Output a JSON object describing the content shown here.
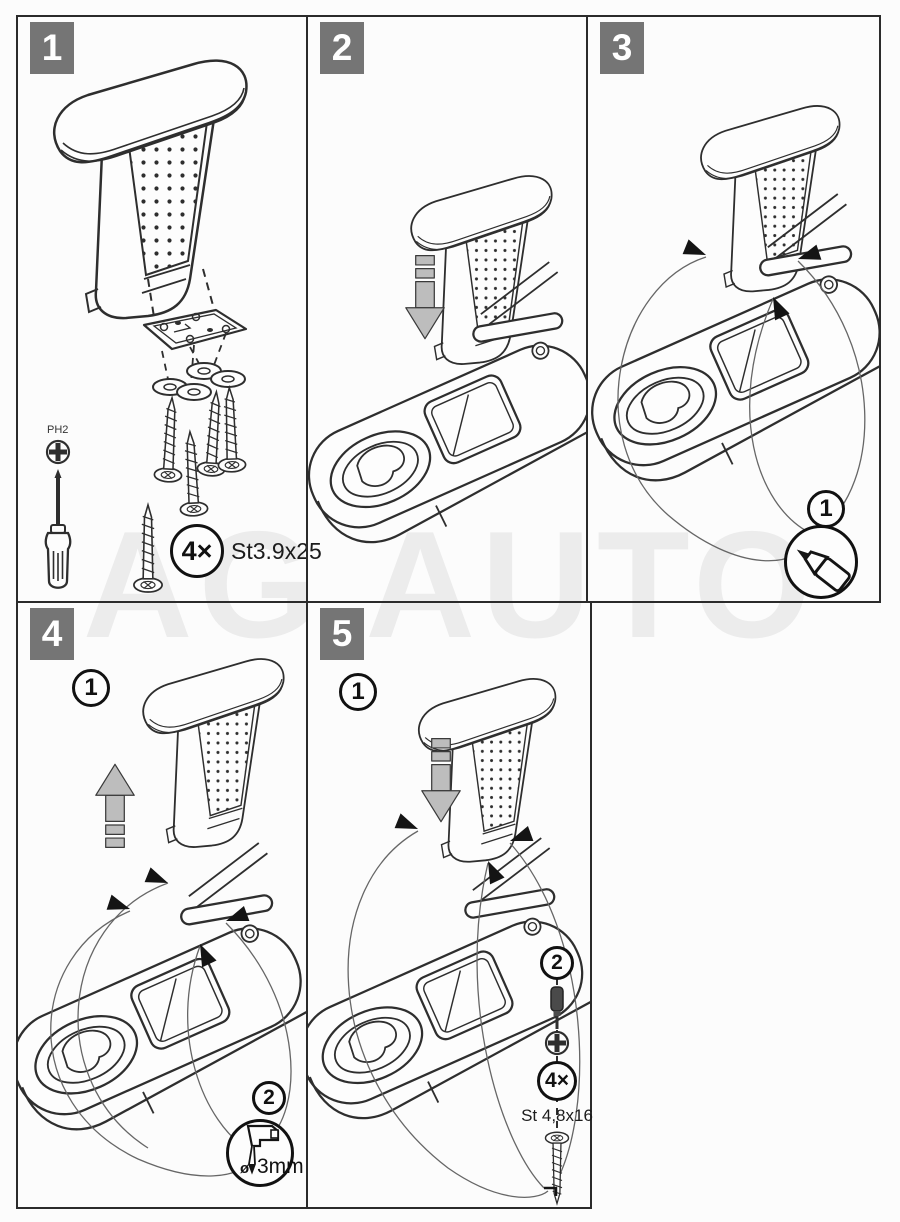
{
  "watermark": "AG AUTO",
  "colors": {
    "badge_bg": "#757575",
    "line": "#2e2e2e",
    "arrow_fill": "#bdbdbd",
    "watermark": "#ececec",
    "leader": "#666666"
  },
  "panels": {
    "p1": {
      "number": "1",
      "driver_label": "PH2",
      "qty_label": "4×",
      "screw_spec": "St3.9x25"
    },
    "p2": {
      "number": "2"
    },
    "p3": {
      "number": "3",
      "step_ref": "1"
    },
    "p4": {
      "number": "4",
      "step_ref": "1",
      "detail_ref": "2",
      "drill_symbol": "ø",
      "drill_size": "3mm"
    },
    "p5": {
      "number": "5",
      "step_ref": "1",
      "detail_ref": "2",
      "qty_label": "4×",
      "screw_spec": "St 4,8x16"
    }
  }
}
